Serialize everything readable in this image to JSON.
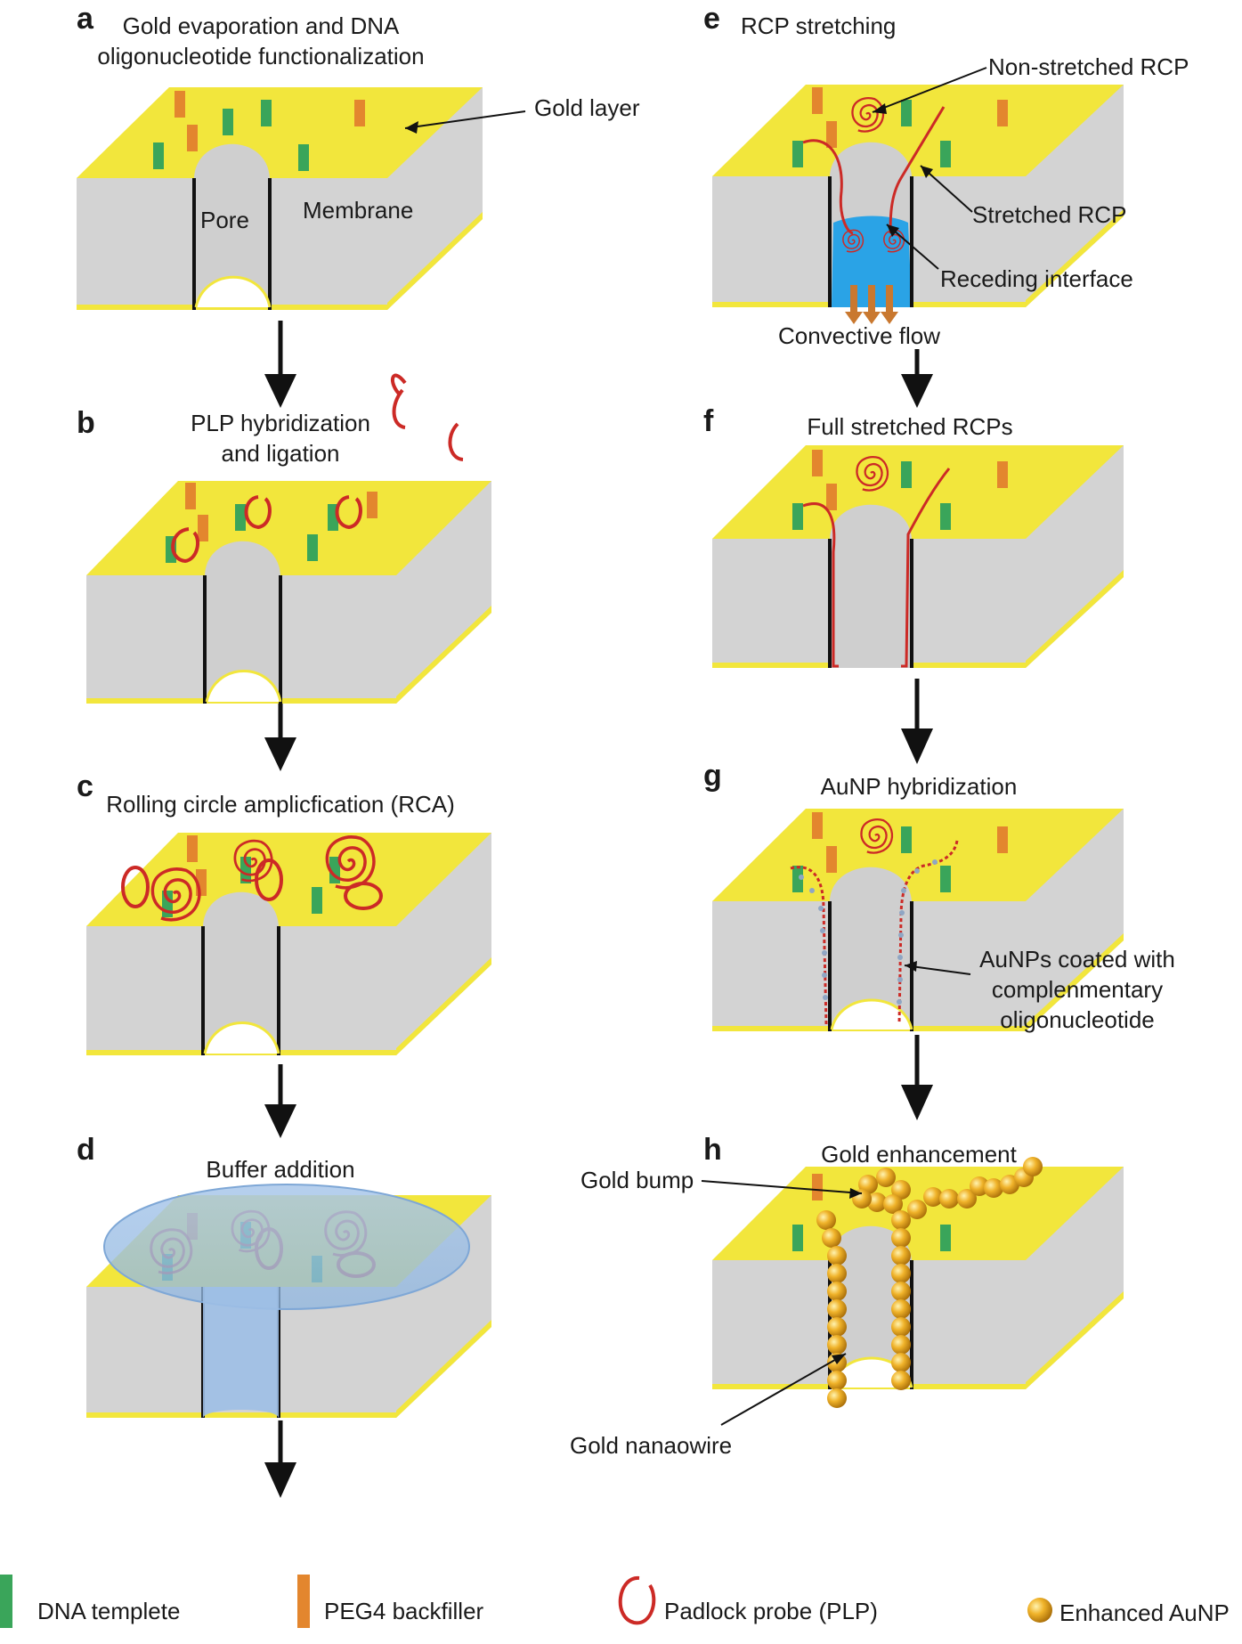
{
  "panels": {
    "a": {
      "letter": "a",
      "title_line1": "Gold evaporation and DNA",
      "title_line2": "oligonucleotide functionalization",
      "gold_layer": "Gold layer",
      "pore": "Pore",
      "membrane": "Membrane"
    },
    "b": {
      "letter": "b",
      "title_line1": "PLP hybridization",
      "title_line2": "and ligation"
    },
    "c": {
      "letter": "c",
      "title": "Rolling circle amplicfication (RCA)"
    },
    "d": {
      "letter": "d",
      "title": "Buffer addition"
    },
    "e": {
      "letter": "e",
      "title": "RCP stretching",
      "non_stretched": "Non-stretched RCP",
      "stretched": "Stretched RCP",
      "receding": "Receding interface",
      "convective": "Convective flow"
    },
    "f": {
      "letter": "f",
      "title": "Full stretched RCPs"
    },
    "g": {
      "letter": "g",
      "title": "AuNP hybridization",
      "aunp_line1": "AuNPs coated with",
      "aunp_line2": "complenmentary",
      "aunp_line3": "oligonucleotide"
    },
    "h": {
      "letter": "h",
      "title": "Gold enhancement",
      "bump": "Gold bump",
      "nanowire": "Gold nanaowire"
    }
  },
  "legend": {
    "dna": "DNA templete",
    "peg": "PEG4 backfiller",
    "plp": "Padlock probe (PLP)",
    "aunp": "Enhanced AuNP"
  },
  "colors": {
    "gold_layer": "#f2e63c",
    "membrane": "#d3d3d3",
    "dna_template": "#3aa55a",
    "peg_backfiller": "#e3862e",
    "padlock_probe": "#cc2a26",
    "buffer": "#8fb6e0",
    "flow": "#2aa3e6"
  }
}
